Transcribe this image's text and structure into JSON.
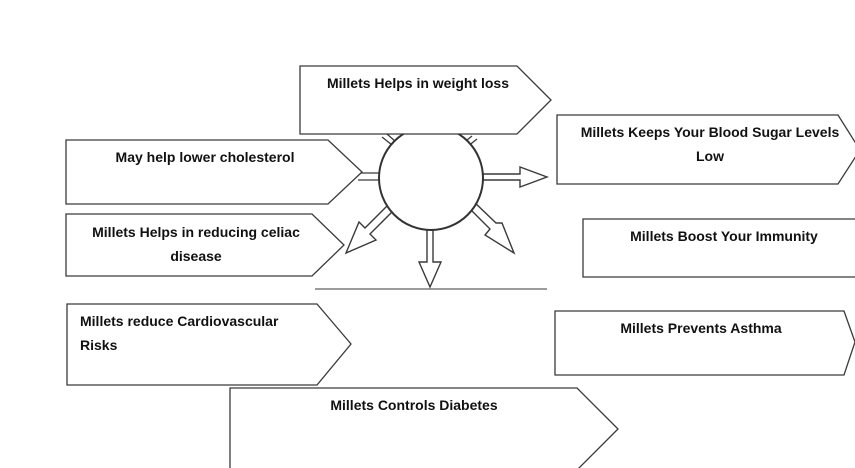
{
  "benefits": {
    "weight_loss": "Millets Helps in weight loss",
    "blood_sugar_1": "Millets Keeps Your Blood Sugar Levels",
    "blood_sugar_2": "Low",
    "cholesterol": "May help lower cholesterol",
    "celiac_1": "Millets Helps in reducing celiac",
    "celiac_2": "disease",
    "immunity": "Millets Boost Your Immunity",
    "cardio_1": "Millets reduce Cardiovascular",
    "cardio_2": "Risks",
    "asthma": "Millets Prevents Asthma",
    "diabetes": "Millets Controls Diabetes"
  }
}
